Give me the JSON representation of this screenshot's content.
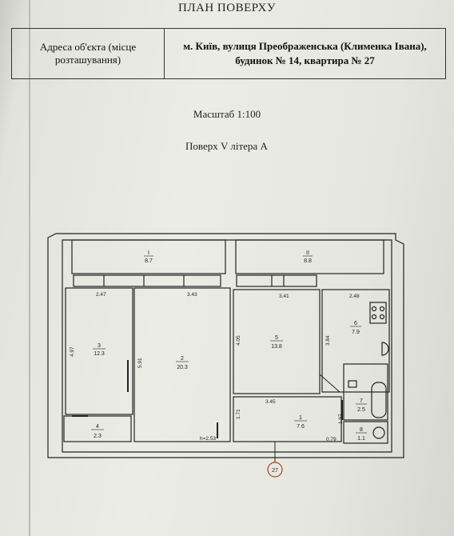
{
  "title": "ПЛАН ПОВЕРХУ",
  "address": {
    "label": "Адреса об'єкта (місце розташування)",
    "value": "м. Київ, вулиця Преображенська (Клименка Івана), будинок № 14, квартира № 27"
  },
  "scale": "Масштаб 1:100",
  "floor": "Поверх  V  літера А",
  "rooms": [
    {
      "number": "I",
      "area": "8.7"
    },
    {
      "number": "II",
      "area": "8.8"
    },
    {
      "number": "3",
      "area": "12.3"
    },
    {
      "number": "2",
      "area": "20.3"
    },
    {
      "number": "5",
      "area": "13.8"
    },
    {
      "number": "6",
      "area": "7.9"
    },
    {
      "number": "4",
      "area": "2.3"
    },
    {
      "number": "1",
      "area": "7.6"
    },
    {
      "number": "7",
      "area": "2.5"
    },
    {
      "number": "8",
      "area": "1.1"
    }
  ],
  "dimensions": {
    "d247": "2.47",
    "d343": "3.43",
    "d341": "3.41",
    "d248": "2.48",
    "d497": "4.97",
    "d591": "5.91",
    "d405": "4.05",
    "d384": "3.84",
    "d345": "3.45",
    "d171": "1.71",
    "d197": "1.97",
    "d079": "0.79",
    "height": "h=2.53"
  },
  "apartment_number": "27"
}
